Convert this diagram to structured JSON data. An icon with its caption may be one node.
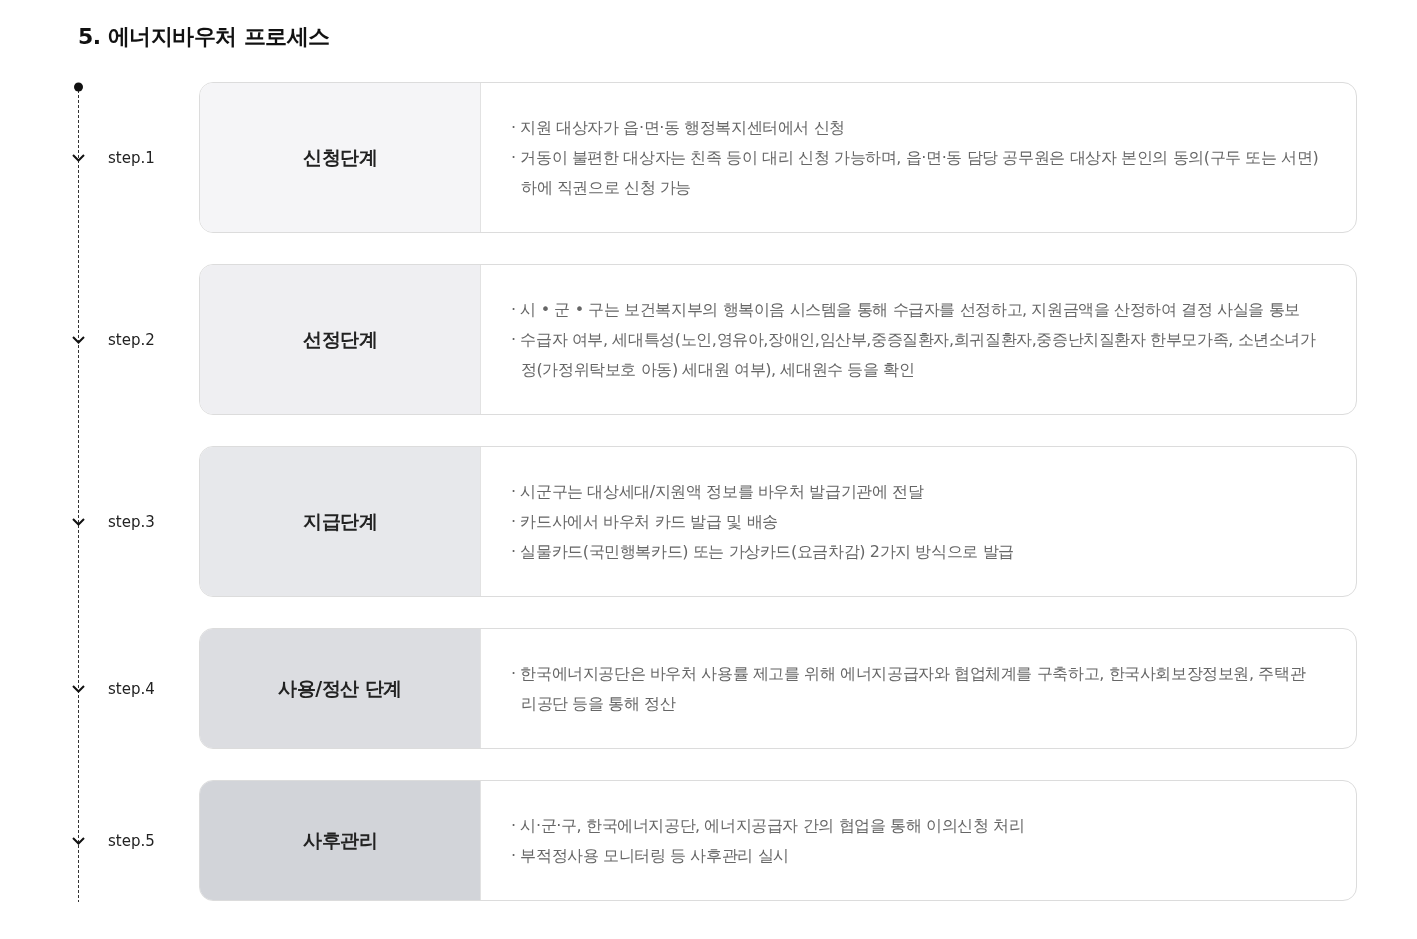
{
  "diagram": {
    "title": "5. 에너지바우처 프로세스",
    "nodes": [
      {
        "text": [
          "신청단계",
          "· 지원 대상자가 읍·면·동 행정복지센터에서 신청",
          "· 거동이 불편한 대상자는 친족 등이 대리 신청 가능하며, 읍·면·동 담당 공무원은 대상자 본인의 동의(구두 또는 서면) 하에 직권으로 신청 가능"
        ],
        "beside": [
          "step.1"
        ]
      },
      {
        "text": [
          "선정단계",
          "· 시 • 군 • 구는 보건복지부의 행복이음 시스템을 통해 수급자를 선정하고, 지원금액을 산정하여 결정 사실을 통보",
          "· 수급자 여부, 세대특성(노인,영유아,장애인,임산부,중증질환자,희귀질환자,중증난치질환자 한부모가족, 소년소녀가정(가정위탁보호 아동) 세대원 여부), 세대원수 등을 확인"
        ],
        "beside": [
          "step.2"
        ]
      },
      {
        "text": [
          "지급단계",
          "· 시군구는 대상세대/지원액 정보를 바우처 발급기관에 전달",
          "· 카드사에서 바우처 카드 발급 및 배송",
          "· 실물카드(국민행복카드) 또는 가상카드(요금차감) 2가지 방식으로 발급"
        ],
        "beside": [
          "step.3"
        ]
      },
      {
        "text": [
          "사용/정산 단계",
          "· 한국에너지공단은 바우처 사용률 제고를 위해 에너지공급자와 협업체계를 구축하고, 한국사회보장정보원, 주택관리공단 등을 통해 정산"
        ],
        "beside": [
          "step.4"
        ]
      },
      {
        "text": [
          "사후관리",
          "· 시·군·구, 한국에너지공단, 에너지공급자 간의 협업을 통해 이의신청 처리",
          "· 부적정사용 모니터링 등 사후관리 실시"
        ],
        "beside": [
          "step.5"
        ]
      }
    ]
  }
}
